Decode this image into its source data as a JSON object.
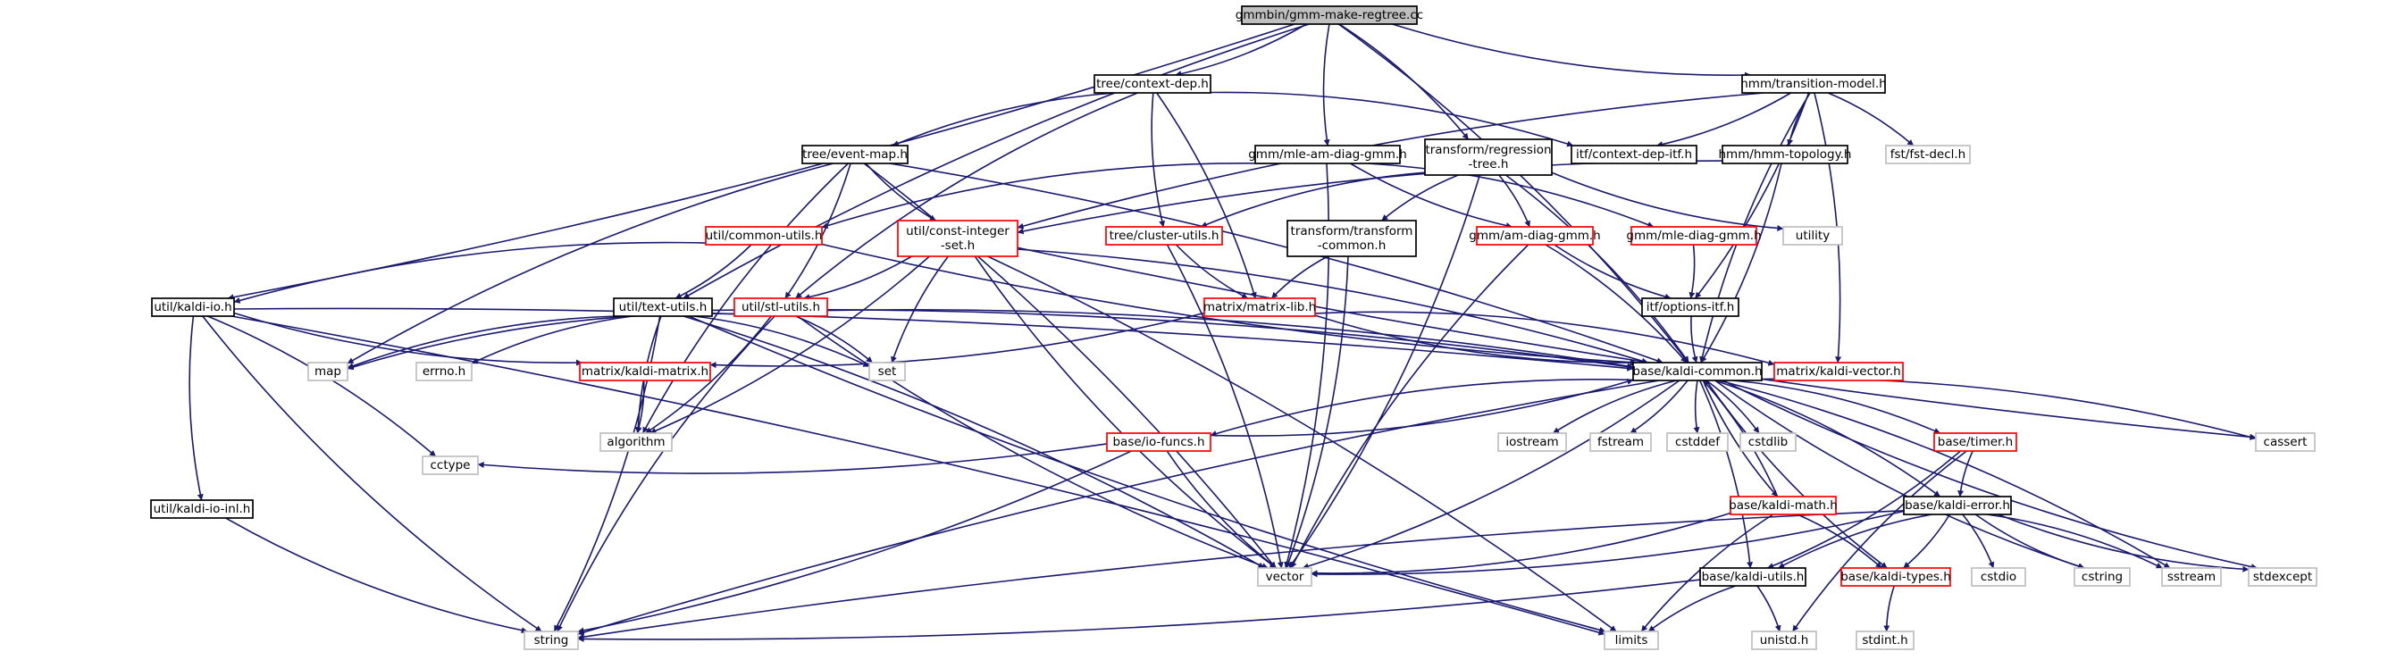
{
  "colors": {
    "edge": "#191970",
    "root_fill": "#bfbfbf",
    "header_border": "#000000",
    "expandable_border": "#ff0000",
    "system_border": "#bfbfbf",
    "text": "#000000"
  },
  "nodes": [
    {
      "id": "root",
      "lines": [
        "gmmbin/gmm-make-regtree.cc"
      ],
      "kind": "root",
      "icon": "rect"
    },
    {
      "id": "kaldi_io_h",
      "lines": [
        "util/kaldi-io.h"
      ],
      "kind": "header",
      "icon": "rect"
    },
    {
      "id": "text_utils",
      "lines": [
        "util/text-utils.h"
      ],
      "kind": "header",
      "icon": "rect"
    },
    {
      "id": "context_dep",
      "lines": [
        "tree/context-dep.h"
      ],
      "kind": "header",
      "icon": "rect"
    },
    {
      "id": "mle_am_diag",
      "lines": [
        "gmm/mle-am-diag-gmm.h"
      ],
      "kind": "header",
      "icon": "rect"
    },
    {
      "id": "regression_tree",
      "lines": [
        "transform/regression",
        "-tree.h"
      ],
      "kind": "header",
      "icon": "rect"
    },
    {
      "id": "transition_model",
      "lines": [
        "hmm/transition-model.h"
      ],
      "kind": "header",
      "icon": "rect"
    },
    {
      "id": "event_map",
      "lines": [
        "tree/event-map.h"
      ],
      "kind": "header",
      "icon": "rect"
    },
    {
      "id": "context_dep_itf",
      "lines": [
        "itf/context-dep-itf.h"
      ],
      "kind": "header",
      "icon": "rect"
    },
    {
      "id": "hmm_topology",
      "lines": [
        "hmm/hmm-topology.h"
      ],
      "kind": "header",
      "icon": "rect"
    },
    {
      "id": "fst_decl",
      "lines": [
        "fst/fst-decl.h"
      ],
      "kind": "system",
      "icon": "rect"
    },
    {
      "id": "common_utils",
      "lines": [
        "util/common-utils.h"
      ],
      "kind": "expandable",
      "icon": "rect"
    },
    {
      "id": "const_integer_set",
      "lines": [
        "util/const-integer",
        "-set.h"
      ],
      "kind": "expandable",
      "icon": "rect"
    },
    {
      "id": "cluster_utils",
      "lines": [
        "tree/cluster-utils.h"
      ],
      "kind": "expandable",
      "icon": "rect"
    },
    {
      "id": "transform_common",
      "lines": [
        "transform/transform",
        "-common.h"
      ],
      "kind": "header",
      "icon": "rect"
    },
    {
      "id": "am_diag_gmm",
      "lines": [
        "gmm/am-diag-gmm.h"
      ],
      "kind": "expandable",
      "icon": "rect"
    },
    {
      "id": "mle_diag_gmm",
      "lines": [
        "gmm/mle-diag-gmm.h"
      ],
      "kind": "expandable",
      "icon": "rect"
    },
    {
      "id": "utility",
      "lines": [
        "utility"
      ],
      "kind": "system",
      "icon": "rect"
    },
    {
      "id": "stl_utils",
      "lines": [
        "util/stl-utils.h"
      ],
      "kind": "expandable",
      "icon": "rect"
    },
    {
      "id": "matrix_lib",
      "lines": [
        "matrix/matrix-lib.h"
      ],
      "kind": "expandable",
      "icon": "rect"
    },
    {
      "id": "options_itf",
      "lines": [
        "itf/options-itf.h"
      ],
      "kind": "header",
      "icon": "rect"
    },
    {
      "id": "map",
      "lines": [
        "map"
      ],
      "kind": "system",
      "icon": "rect"
    },
    {
      "id": "errno_h",
      "lines": [
        "errno.h"
      ],
      "kind": "system",
      "icon": "rect"
    },
    {
      "id": "kaldi_matrix",
      "lines": [
        "matrix/kaldi-matrix.h"
      ],
      "kind": "expandable",
      "icon": "rect"
    },
    {
      "id": "set",
      "lines": [
        "set"
      ],
      "kind": "system",
      "icon": "rect"
    },
    {
      "id": "kaldi_common",
      "lines": [
        "base/kaldi-common.h"
      ],
      "kind": "header",
      "icon": "rect"
    },
    {
      "id": "kaldi_vector",
      "lines": [
        "matrix/kaldi-vector.h"
      ],
      "kind": "expandable",
      "icon": "rect"
    },
    {
      "id": "algorithm",
      "lines": [
        "algorithm"
      ],
      "kind": "system",
      "icon": "rect"
    },
    {
      "id": "iostream",
      "lines": [
        "iostream"
      ],
      "kind": "system",
      "icon": "rect"
    },
    {
      "id": "fstream",
      "lines": [
        "fstream"
      ],
      "kind": "system",
      "icon": "rect"
    },
    {
      "id": "cstddef",
      "lines": [
        "cstddef"
      ],
      "kind": "system",
      "icon": "rect"
    },
    {
      "id": "cstdlib",
      "lines": [
        "cstdlib"
      ],
      "kind": "system",
      "icon": "rect"
    },
    {
      "id": "io_funcs",
      "lines": [
        "base/io-funcs.h"
      ],
      "kind": "expandable",
      "icon": "rect"
    },
    {
      "id": "timer_h",
      "lines": [
        "base/timer.h"
      ],
      "kind": "expandable",
      "icon": "rect"
    },
    {
      "id": "cassert",
      "lines": [
        "cassert"
      ],
      "kind": "system",
      "icon": "rect"
    },
    {
      "id": "kaldi_io_inl",
      "lines": [
        "util/kaldi-io-inl.h"
      ],
      "kind": "header",
      "icon": "rect"
    },
    {
      "id": "cctype",
      "lines": [
        "cctype"
      ],
      "kind": "system",
      "icon": "rect"
    },
    {
      "id": "kaldi_math",
      "lines": [
        "base/kaldi-math.h"
      ],
      "kind": "expandable",
      "icon": "rect"
    },
    {
      "id": "kaldi_error",
      "lines": [
        "base/kaldi-error.h"
      ],
      "kind": "header",
      "icon": "rect"
    },
    {
      "id": "vector",
      "lines": [
        "vector"
      ],
      "kind": "system",
      "icon": "rect"
    },
    {
      "id": "kaldi_utils",
      "lines": [
        "base/kaldi-utils.h"
      ],
      "kind": "header",
      "icon": "rect"
    },
    {
      "id": "kaldi_types",
      "lines": [
        "base/kaldi-types.h"
      ],
      "kind": "expandable",
      "icon": "rect"
    },
    {
      "id": "cstdio",
      "lines": [
        "cstdio"
      ],
      "kind": "system",
      "icon": "rect"
    },
    {
      "id": "cstring",
      "lines": [
        "cstring"
      ],
      "kind": "system",
      "icon": "rect"
    },
    {
      "id": "sstream",
      "lines": [
        "sstream"
      ],
      "kind": "system",
      "icon": "rect"
    },
    {
      "id": "stdexcept",
      "lines": [
        "stdexcept"
      ],
      "kind": "system",
      "icon": "rect"
    },
    {
      "id": "string",
      "lines": [
        "string"
      ],
      "kind": "system",
      "icon": "rect"
    },
    {
      "id": "limits",
      "lines": [
        "limits"
      ],
      "kind": "system",
      "icon": "rect"
    },
    {
      "id": "unistd_h",
      "lines": [
        "unistd.h"
      ],
      "kind": "system",
      "icon": "rect"
    },
    {
      "id": "stdint_h",
      "lines": [
        "stdint.h"
      ],
      "kind": "system",
      "icon": "rect"
    }
  ],
  "edges": [
    [
      "root",
      "kaldi_io_h"
    ],
    [
      "root",
      "text_utils"
    ],
    [
      "root",
      "context_dep"
    ],
    [
      "root",
      "mle_am_diag"
    ],
    [
      "root",
      "regression_tree"
    ],
    [
      "root",
      "transition_model"
    ],
    [
      "root",
      "kaldi_common"
    ],
    [
      "context_dep",
      "event_map"
    ],
    [
      "context_dep",
      "context_dep_itf"
    ],
    [
      "context_dep",
      "cluster_utils"
    ],
    [
      "context_dep",
      "matrix_lib"
    ],
    [
      "context_dep",
      "stl_utils"
    ],
    [
      "transition_model",
      "context_dep_itf"
    ],
    [
      "transition_model",
      "hmm_topology"
    ],
    [
      "transition_model",
      "fst_decl"
    ],
    [
      "transition_model",
      "const_integer_set"
    ],
    [
      "transition_model",
      "options_itf"
    ],
    [
      "transition_model",
      "kaldi_common"
    ],
    [
      "transition_model",
      "kaldi_vector"
    ],
    [
      "hmm_topology",
      "const_integer_set"
    ],
    [
      "hmm_topology",
      "kaldi_common"
    ],
    [
      "event_map",
      "const_integer_set"
    ],
    [
      "event_map",
      "stl_utils"
    ],
    [
      "event_map",
      "map"
    ],
    [
      "event_map",
      "vector"
    ],
    [
      "event_map",
      "algorithm"
    ],
    [
      "event_map",
      "kaldi_common"
    ],
    [
      "mle_am_diag",
      "am_diag_gmm"
    ],
    [
      "mle_am_diag",
      "mle_diag_gmm"
    ],
    [
      "mle_am_diag",
      "common_utils"
    ],
    [
      "mle_am_diag",
      "vector"
    ],
    [
      "regression_tree",
      "cluster_utils"
    ],
    [
      "regression_tree",
      "am_diag_gmm"
    ],
    [
      "regression_tree",
      "transform_common"
    ],
    [
      "regression_tree",
      "vector"
    ],
    [
      "regression_tree",
      "utility"
    ],
    [
      "regression_tree",
      "kaldi_common"
    ],
    [
      "common_utils",
      "kaldi_io_h"
    ],
    [
      "common_utils",
      "text_utils"
    ],
    [
      "common_utils",
      "kaldi_common"
    ],
    [
      "const_integer_set",
      "stl_utils"
    ],
    [
      "const_integer_set",
      "set"
    ],
    [
      "const_integer_set",
      "algorithm"
    ],
    [
      "const_integer_set",
      "vector"
    ],
    [
      "const_integer_set",
      "kaldi_common"
    ],
    [
      "const_integer_set",
      "cassert"
    ],
    [
      "const_integer_set",
      "limits"
    ],
    [
      "cluster_utils",
      "matrix_lib"
    ],
    [
      "cluster_utils",
      "vector"
    ],
    [
      "transform_common",
      "matrix_lib"
    ],
    [
      "transform_common",
      "vector"
    ],
    [
      "am_diag_gmm",
      "options_itf"
    ],
    [
      "am_diag_gmm",
      "kaldi_common"
    ],
    [
      "am_diag_gmm",
      "vector"
    ],
    [
      "mle_diag_gmm",
      "options_itf"
    ],
    [
      "options_itf",
      "kaldi_common"
    ],
    [
      "matrix_lib",
      "kaldi_matrix"
    ],
    [
      "matrix_lib",
      "kaldi_common"
    ],
    [
      "matrix_lib",
      "kaldi_vector"
    ],
    [
      "stl_utils",
      "map"
    ],
    [
      "stl_utils",
      "set"
    ],
    [
      "stl_utils",
      "string"
    ],
    [
      "stl_utils",
      "algorithm"
    ],
    [
      "stl_utils",
      "vector"
    ],
    [
      "stl_utils",
      "kaldi_common"
    ],
    [
      "text_utils",
      "map"
    ],
    [
      "text_utils",
      "set"
    ],
    [
      "text_utils",
      "errno_h"
    ],
    [
      "text_utils",
      "string"
    ],
    [
      "text_utils",
      "algorithm"
    ],
    [
      "text_utils",
      "vector"
    ],
    [
      "text_utils",
      "limits"
    ],
    [
      "text_utils",
      "kaldi_common"
    ],
    [
      "kaldi_io_h",
      "kaldi_io_inl"
    ],
    [
      "kaldi_io_h",
      "cctype"
    ],
    [
      "kaldi_io_h",
      "string"
    ],
    [
      "kaldi_io_h",
      "limits"
    ],
    [
      "kaldi_io_h",
      "kaldi_matrix"
    ],
    [
      "kaldi_io_h",
      "kaldi_common"
    ],
    [
      "kaldi_io_inl",
      "string"
    ],
    [
      "kaldi_matrix",
      "algorithm"
    ],
    [
      "kaldi_common",
      "io_funcs"
    ],
    [
      "kaldi_common",
      "timer_h"
    ],
    [
      "kaldi_common",
      "iostream"
    ],
    [
      "kaldi_common",
      "fstream"
    ],
    [
      "kaldi_common",
      "cstddef"
    ],
    [
      "kaldi_common",
      "cstdlib"
    ],
    [
      "kaldi_common",
      "kaldi_math"
    ],
    [
      "kaldi_common",
      "kaldi_error"
    ],
    [
      "kaldi_common",
      "kaldi_types"
    ],
    [
      "kaldi_common",
      "kaldi_utils"
    ],
    [
      "kaldi_common",
      "string"
    ],
    [
      "kaldi_common",
      "vector"
    ],
    [
      "kaldi_common",
      "cstring"
    ],
    [
      "kaldi_common",
      "sstream"
    ],
    [
      "kaldi_common",
      "stdexcept"
    ],
    [
      "kaldi_common",
      "cassert"
    ],
    [
      "io_funcs",
      "kaldi_common"
    ],
    [
      "io_funcs",
      "cctype"
    ],
    [
      "io_funcs",
      "vector"
    ],
    [
      "io_funcs",
      "string"
    ],
    [
      "timer_h",
      "kaldi_error"
    ],
    [
      "timer_h",
      "kaldi_utils"
    ],
    [
      "timer_h",
      "unistd_h"
    ],
    [
      "kaldi_math",
      "kaldi_types"
    ],
    [
      "kaldi_math",
      "kaldi_common"
    ],
    [
      "kaldi_math",
      "vector"
    ],
    [
      "kaldi_math",
      "limits"
    ],
    [
      "kaldi_error",
      "kaldi_types"
    ],
    [
      "kaldi_error",
      "kaldi_utils"
    ],
    [
      "kaldi_error",
      "vector"
    ],
    [
      "kaldi_error",
      "string"
    ],
    [
      "kaldi_error",
      "cstdio"
    ],
    [
      "kaldi_error",
      "cstring"
    ],
    [
      "kaldi_error",
      "sstream"
    ],
    [
      "kaldi_error",
      "stdexcept"
    ],
    [
      "kaldi_utils",
      "string"
    ],
    [
      "kaldi_utils",
      "limits"
    ],
    [
      "kaldi_utils",
      "unistd_h"
    ],
    [
      "kaldi_types",
      "stdint_h"
    ]
  ]
}
